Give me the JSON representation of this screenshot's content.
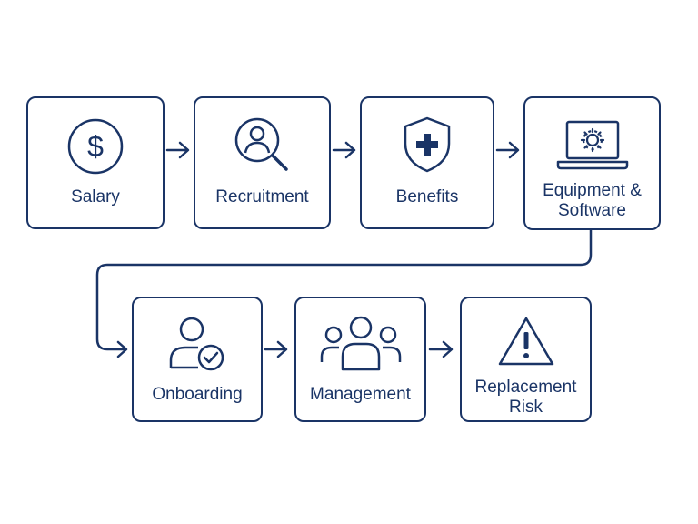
{
  "diagram": {
    "accent_color": "#1a3466",
    "steps": [
      {
        "label": "Salary",
        "icon": "dollar-icon"
      },
      {
        "label": "Recruitment",
        "icon": "user-search-icon"
      },
      {
        "label": "Benefits",
        "icon": "shield-plus-icon"
      },
      {
        "label": "Equipment &\nSoftware",
        "icon": "laptop-gear-icon"
      },
      {
        "label": "Onboarding",
        "icon": "user-check-icon"
      },
      {
        "label": "Management",
        "icon": "team-icon"
      },
      {
        "label": "Replacement\nRisk",
        "icon": "warning-icon"
      }
    ]
  }
}
